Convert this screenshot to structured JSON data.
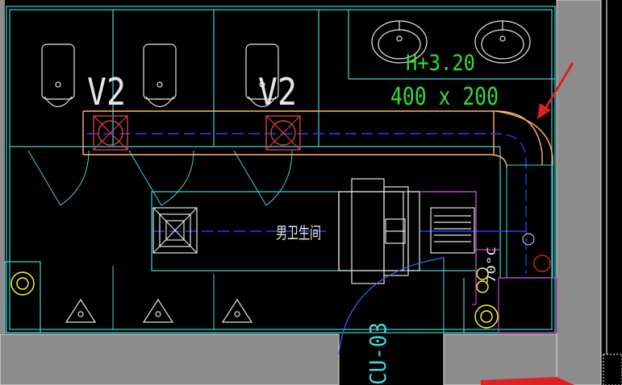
{
  "drawing": {
    "fan_labels": [
      "V2",
      "V2"
    ],
    "duct_elevation": "H+3.20",
    "duct_size": "400 x 200",
    "room_name": "男卫生间",
    "temperature_tag": "70°C",
    "unit_code": "CU-03",
    "colors": {
      "background": "#000000",
      "wall": "#8c8c8c",
      "wall_outline": "#e0e0e0",
      "cyan": "#3fd8d8",
      "fixture": "#e6e6e6",
      "duct_orange": "#ffb870",
      "centerline": "#2a3cff",
      "fan_red": "#d94040",
      "label_green": "#33dd33",
      "magenta": "#d040d0",
      "yellow": "#ffff33",
      "red_marker": "#e02020"
    }
  }
}
